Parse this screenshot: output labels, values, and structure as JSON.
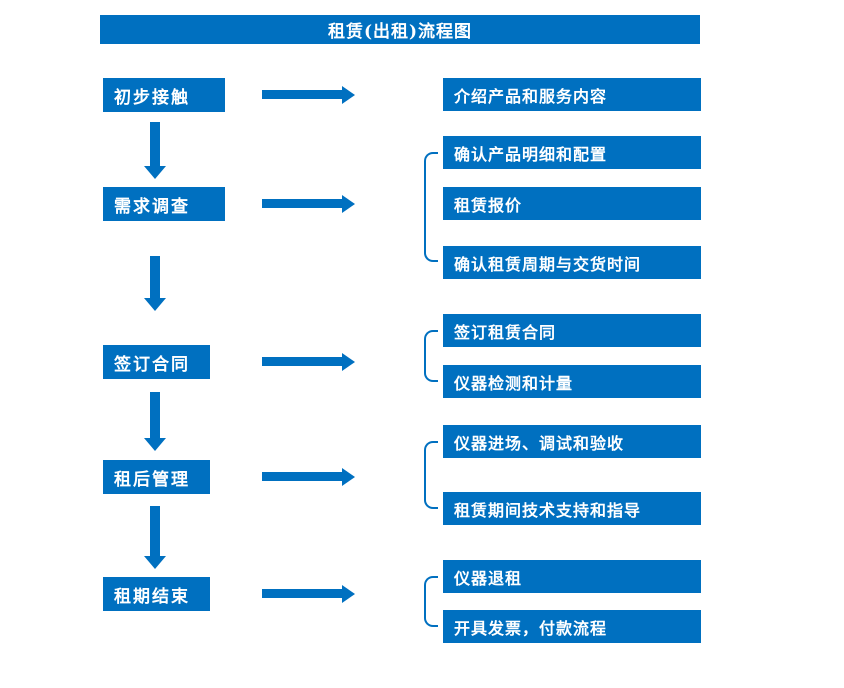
{
  "title": "租赁(出租)流程图",
  "colors": {
    "primary": "#0070C0",
    "box_text": "#ffffff",
    "background": "#ffffff"
  },
  "steps": [
    {
      "label": "初步接触",
      "outputs": [
        "介绍产品和服务内容"
      ]
    },
    {
      "label": "需求调查",
      "outputs": [
        "确认产品明细和配置",
        "租赁报价",
        "确认租赁周期与交货时间"
      ]
    },
    {
      "label": "签订合同",
      "outputs": [
        "签订租赁合同",
        "仪器检测和计量"
      ]
    },
    {
      "label": "租后管理",
      "outputs": [
        "仪器进场、调试和验收",
        "租赁期间技术支持和指导"
      ]
    },
    {
      "label": "租期结束",
      "outputs": [
        "仪器退租",
        "开具发票，付款流程"
      ]
    }
  ]
}
